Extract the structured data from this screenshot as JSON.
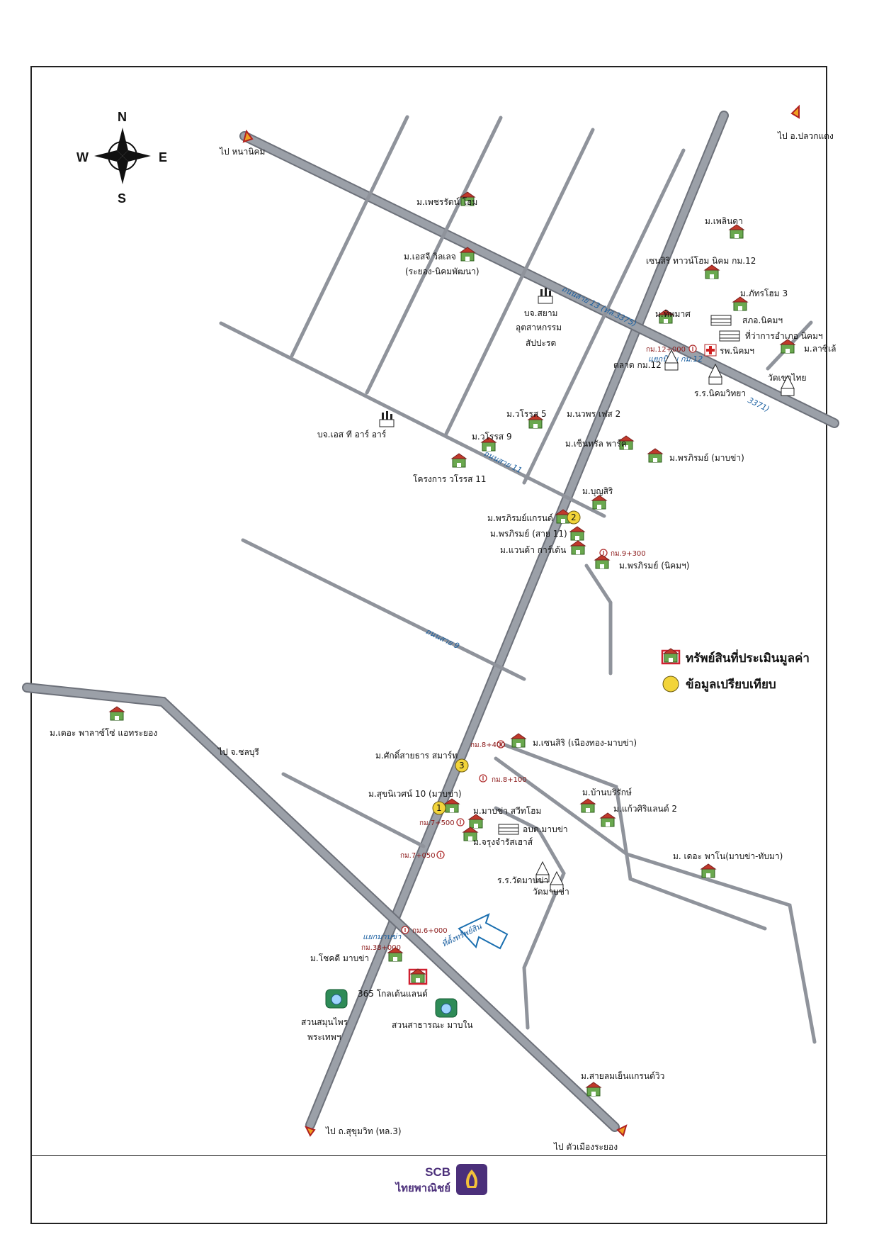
{
  "compass": {
    "n": "N",
    "s": "S",
    "e": "E",
    "w": "W"
  },
  "directions": {
    "nongya": "ไป หนานิคม",
    "pluakdaeng": "ไป อ.ปลวกแดง",
    "chonburi": "ไป จ.ชลบุรี",
    "sukhumvit": "ไป ถ.สุขุมวิท (ทล.3)",
    "rayong_city": "ไป ตัวเมืองระยอง"
  },
  "roads": {
    "r13": "ถนนสาย 13 (ทล.3375)",
    "r3371": "3371)",
    "r11": "ถนนสาย 11",
    "r9": "ถนนสาย 9",
    "nikhom_12": "แยกนิคม กม.12",
    "maptaphut": "แยกมาบข่า",
    "km38": "กม.38+000"
  },
  "km_markers": {
    "k12": "กม.12+000",
    "k9": "กม.9+300",
    "k8_4": "กม.8+400",
    "k8_1": "กม.8+100",
    "k7_5": "กม.7+500",
    "k7_0": "กม.7+050",
    "k6": "กม.6+000"
  },
  "places": {
    "phetcharat": "ม.เพชรรัตน์ โฮม",
    "sg_village": "ม.เอสจี วิลเลจ",
    "sg_sub": "(ระยอง-นิคมพัฒนา)",
    "siam_co": "บจ.สยาม",
    "siam_co2": "อุตสาหกรรม",
    "siam_co3": "สัปปะรด",
    "plinda": "ม.เพลินดา",
    "sensiri": "เซนสิริ ทาวน์โฮม นิคม กม.12",
    "phatra3": "ม.ภัทรโฮม 3",
    "thipmat": "ม.ทิพมาศ",
    "nikhom_office": "สภอ.นิคมฯ",
    "district_office": "ที่ว่าการอำเภอ นิคมฯ",
    "hospital": "รพ.นิคมฯ",
    "lasile": "ม.ลาซิเล้",
    "market": "ตลาด กม.12",
    "wat_khaothoi": "วัดเขาไทย",
    "school_nikhom": "ร.ร.นิคมวิทยา",
    "str": "บจ.เอส ที อาร์ อาร์",
    "worasa5": "ม.วโรรส 5",
    "nawaphon": "ม.นวพร เฟส 2",
    "worasa9": "ม.วโรรส 9",
    "central_park": "ม.เซ็นทรัล พาร์ค",
    "phonphirom_mapkha": "ม.พรภิรมย์ (มาบข่า)",
    "worasa11": "โครงการ วโรรส 11",
    "bunsiri": "ม.บุญสิริ",
    "phonphirom_grand": "ม.พรภิรมย์แกรนด์",
    "phonphirom_11": "ม.พรภิรมย์ (สาย 11)",
    "wanda": "ม.แวนด้า การ์เด้น",
    "phonphirom_nikhom": "ม.พรภิรมย์ (นิคมฯ)",
    "palazzo": "ม.เดอะ พาลาซ์โซ่ แอทระยอง",
    "sensiri_mt": "ม.เซนสิริ (เนืองทอง-มาบข่า)",
    "saksaithan": "ม.ศักดิ์สายธาร สมาร์ท",
    "sukniwet": "ม.สุขนิเวศน์ 10 (มาบข่า)",
    "banborirak": "ม.บ้านบริรักษ์",
    "kaewsiri": "ม.แก้วศิริแลนด์ 2",
    "mapkha_sweet": "ม.มาบข่า สวีทโฮม",
    "obt": "อบต.มาบข่า",
    "charoen": "ม.จรุงจำรัสเฮาส์",
    "the_pano": "ม. เดอะ พาโน(มาบข่า-ทับมา)",
    "school_mapkha": "ร.ร.วัดมาบข่า",
    "wat_mapkha": "วัดมาบข่า",
    "chokdee": "ม.โชคดี มาบข่า",
    "golden_land": "365 โกลเด้นแลนด์",
    "herb_park": "สวนสมุนไพร",
    "herb_park2": "พระเทพฯ",
    "public_park": "สวนสาธารณะ มาบใน",
    "sai_lom": "ม.สายลมเย็นแกรนด์วิว",
    "subject_tag": "ที่ตั้งทรัพย์สิน"
  },
  "comparables": [
    "1",
    "2",
    "3"
  ],
  "legend": {
    "subject": "ทรัพย์สินที่ประเมินมูลค่า",
    "comparable": "ข้อมูลเปรียบเทียบ"
  },
  "brand": {
    "name": "SCB",
    "sub": "ไทยพาณิชย์"
  },
  "colors": {
    "road": "#8f939b",
    "road_edge": "#6d717a",
    "subject": "#d02030",
    "comparable": "#f2d43a",
    "arrow_tip": "#f0a020",
    "brand": "#4b2f7a"
  }
}
